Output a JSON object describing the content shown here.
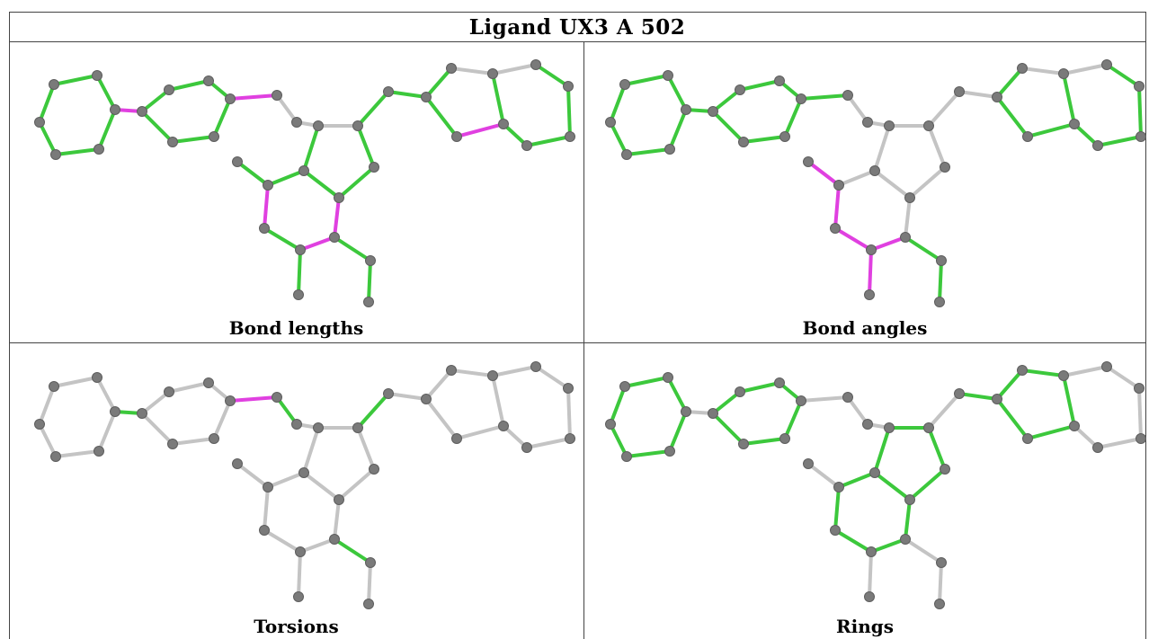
{
  "title": "Ligand UX3 A 502",
  "panels": [
    {
      "key": "lengths",
      "caption": "Bond lengths"
    },
    {
      "key": "angles",
      "caption": "Bond angles"
    },
    {
      "key": "torsions",
      "caption": "Torsions"
    },
    {
      "key": "rings",
      "caption": "Rings"
    }
  ],
  "colors": {
    "good": "#3cc83c",
    "outlier": "#e040e0",
    "plain": "#c4c4c4",
    "atom": "#7a7a7a",
    "border": "#444444"
  }
}
